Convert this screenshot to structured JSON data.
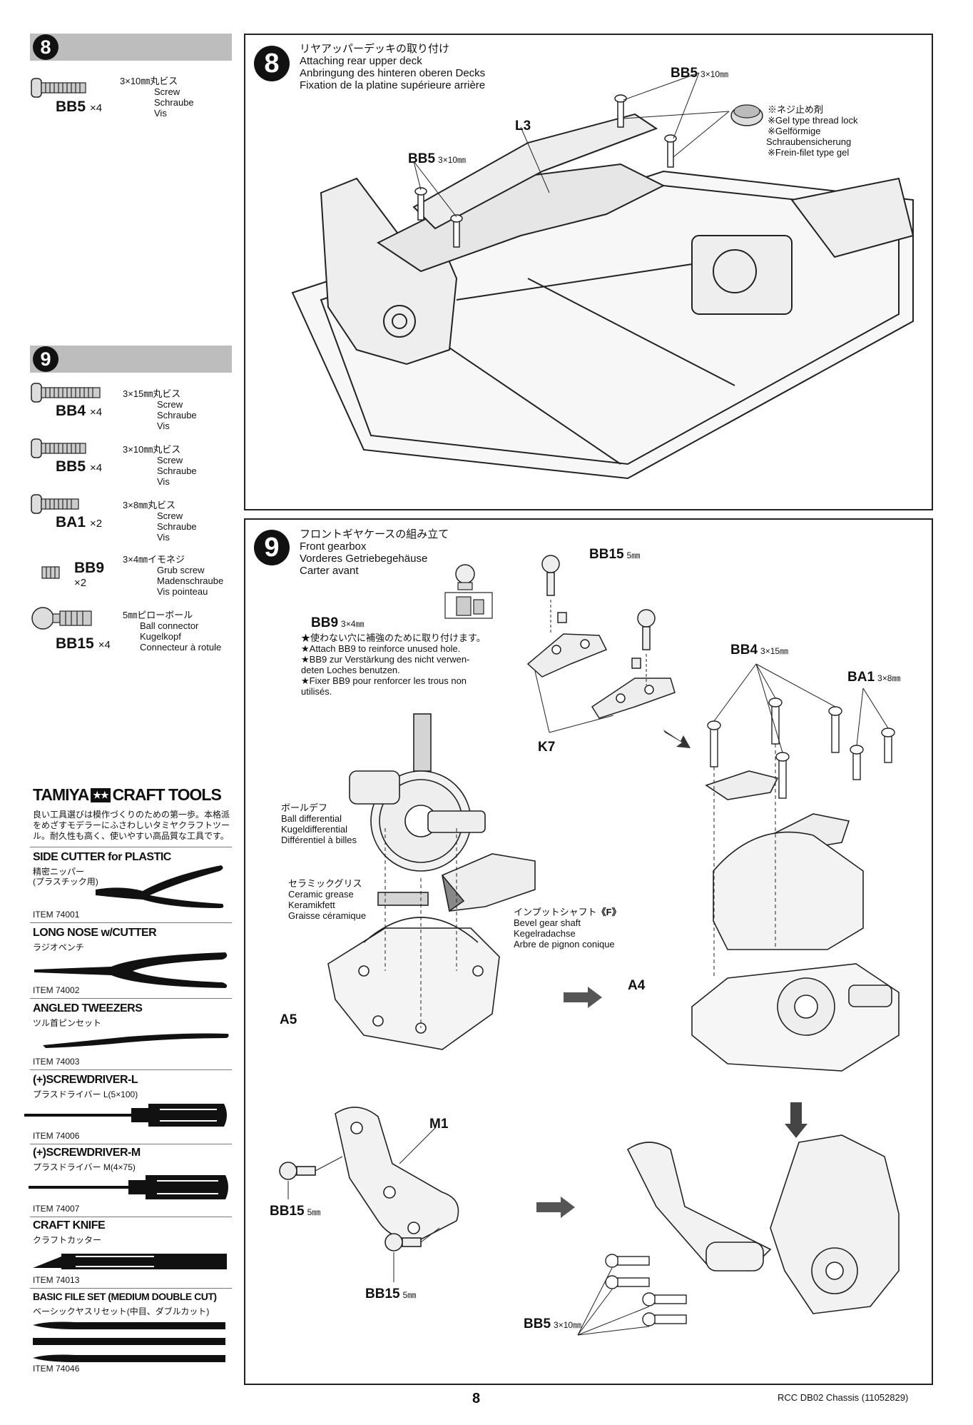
{
  "sidebar": {
    "step8": {
      "number": "8",
      "parts": [
        {
          "code": "BB5",
          "qty": "×4",
          "size_ja": "3×10㎜丸ビス",
          "en": "Screw",
          "de": "Schraube",
          "fr": "Vis"
        }
      ]
    },
    "step9": {
      "number": "9",
      "parts": [
        {
          "code": "BB4",
          "qty": "×4",
          "size_ja": "3×15㎜丸ビス",
          "en": "Screw",
          "de": "Schraube",
          "fr": "Vis"
        },
        {
          "code": "BB5",
          "qty": "×4",
          "size_ja": "3×10㎜丸ビス",
          "en": "Screw",
          "de": "Schraube",
          "fr": "Vis"
        },
        {
          "code": "BA1",
          "qty": "×2",
          "size_ja": "3×8㎜丸ビス",
          "en": "Screw",
          "de": "Schraube",
          "fr": "Vis"
        },
        {
          "code": "BB9",
          "qty": "×2",
          "size_ja": "3×4㎜イモネジ",
          "en": "Grub screw",
          "de": "Madenschraube",
          "fr": "Vis pointeau"
        },
        {
          "code": "BB15",
          "qty": "×4",
          "size_ja": "5㎜ピローボール",
          "en": "Ball connector",
          "de": "Kugelkopf",
          "fr": "Connecteur à rotule"
        }
      ]
    },
    "tools": {
      "brand_left": "TAMIYA",
      "brand_right": "CRAFT TOOLS",
      "intro": "良い工具選びは模作づくりのための第一歩。本格派をめざすモデラーにふさわしいタミヤクラフトツール。耐久性も高く、使いやすい高品質な工具です。",
      "items": [
        {
          "name": "SIDE CUTTER for PLASTIC",
          "ja": "精密ニッパー",
          "ja2": "(プラスチック用)",
          "item": "ITEM 74001"
        },
        {
          "name": "LONG NOSE w/CUTTER",
          "ja": "ラジオペンチ",
          "ja2": "",
          "item": "ITEM 74002"
        },
        {
          "name": "ANGLED TWEEZERS",
          "ja": "ツル首ピンセット",
          "ja2": "",
          "item": "ITEM 74003"
        },
        {
          "name": "(+)SCREWDRIVER-L",
          "ja": "プラスドライバー L(5×100)",
          "ja2": "",
          "item": "ITEM 74006"
        },
        {
          "name": "(+)SCREWDRIVER-M",
          "ja": "プラスドライバー M(4×75)",
          "ja2": "",
          "item": "ITEM 74007"
        },
        {
          "name": "CRAFT KNIFE",
          "ja": "クラフトカッター",
          "ja2": "",
          "item": "ITEM 74013"
        },
        {
          "name": "BASIC FILE SET (MEDIUM DOUBLE CUT)",
          "ja": "ベーシックヤスリセット(中目、ダブルカット)",
          "ja2": "",
          "item": "ITEM 74046"
        }
      ]
    }
  },
  "step8": {
    "number": "8",
    "title_ja": "リヤアッパーデッキの取り付け",
    "title_en": "Attaching rear upper deck",
    "title_de": "Anbringung des hinteren oberen Decks",
    "title_fr": "Fixation de la platine supérieure arrière",
    "labels": {
      "bb5_top": "BB5",
      "bb5_top_size": "3×10㎜",
      "bb5_left": "BB5",
      "bb5_left_size": "3×10㎜",
      "l3": "L3"
    },
    "threadlock": {
      "ja": "※ネジ止め剤",
      "en": "※Gel type thread lock",
      "de1": "※Gelförmige",
      "de2": "Schraubensicherung",
      "fr": "※Frein-filet type gel"
    }
  },
  "step9": {
    "number": "9",
    "title_ja": "フロントギヤケースの組み立て",
    "title_en": "Front gearbox",
    "title_de": "Vorderes Getriebegehäuse",
    "title_fr": "Carter avant",
    "labels": {
      "bb15_top": "BB15",
      "bb15_top_size": "5㎜",
      "bb9": "BB9",
      "bb9_size": "3×4㎜",
      "k7": "K7",
      "bb4": "BB4",
      "bb4_size": "3×15㎜",
      "ba1": "BA1",
      "ba1_size": "3×8㎜",
      "a4": "A4",
      "a5": "A5",
      "m1": "M1",
      "bb15_left": "BB15",
      "bb15_left_size": "5㎜",
      "bb15_bottom": "BB15",
      "bb15_bottom_size": "5㎜",
      "bb5_bottom": "BB5",
      "bb5_bottom_size": "3×10㎜"
    },
    "bb9_note": [
      "★使わない穴に補強のために取り付けます。",
      "★Attach BB9 to reinforce unused hole.",
      "★BB9 zur Verstärkung des nicht verwen-",
      "deten Loches benutzen.",
      "★Fixer BB9 pour renforcer les trous non",
      "utilisés."
    ],
    "ball_diff": {
      "ja": "ボールデフ",
      "en": "Ball differential",
      "de": "Kugeldifferential",
      "fr": "Différentiel à billes"
    },
    "ceramic": {
      "ja": "セラミックグリス",
      "en": "Ceramic grease",
      "de": "Keramikfett",
      "fr": "Graisse céramique"
    },
    "bevel": {
      "ja": "インプットシャフト",
      "tag": "《F》",
      "en": "Bevel gear shaft",
      "de": "Kegelradachse",
      "fr": "Arbre de pignon conique"
    }
  },
  "footer": {
    "page": "8",
    "model": "RCC DB02 Chassis (11052829)"
  }
}
